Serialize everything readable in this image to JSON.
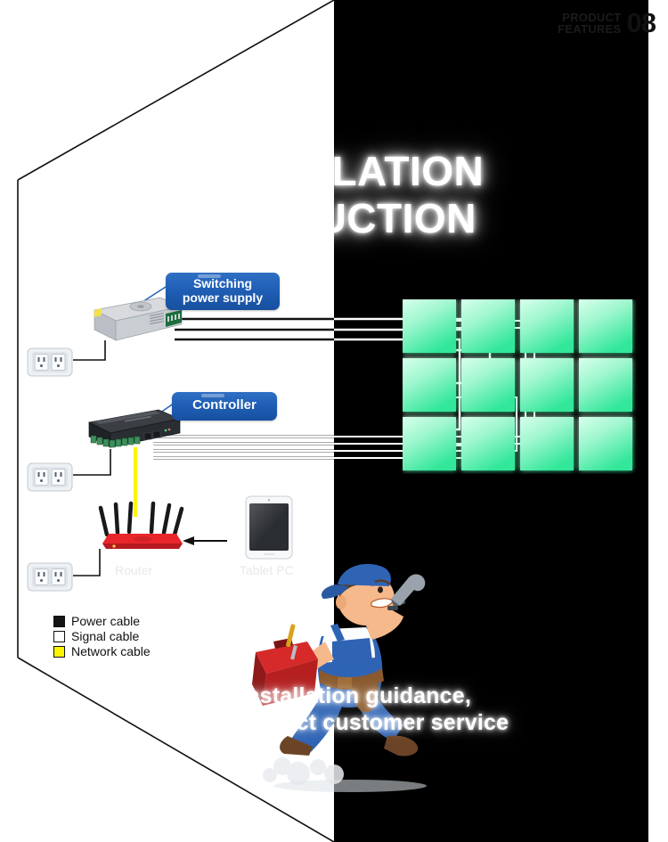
{
  "header": {
    "line1": "PRODUCT",
    "line2": "FEATURES",
    "number": "08"
  },
  "title": {
    "line1": "INSTALLATION",
    "line2": "INSTRUCTION"
  },
  "callouts": {
    "power_supply": "Switching\npower supply",
    "power_supply_line1": "Switching",
    "power_supply_line2": "power supply",
    "controller": "Controller"
  },
  "device_labels": {
    "router": "Router",
    "tablet": "Tablet PC"
  },
  "legend": {
    "items": [
      {
        "label": "Power cable",
        "color": "#141414",
        "swatch": "power-cable-swatch"
      },
      {
        "label": "Signal cable",
        "color": "#ffffff",
        "swatch": "signal-cable-swatch"
      },
      {
        "label": "Network cable",
        "color": "#fbf500",
        "swatch": "network-cable-swatch"
      }
    ]
  },
  "tagline": {
    "line1": "For installation guidance,",
    "line2": "please contact customer service"
  },
  "colors": {
    "panel_background_dark": "#000000",
    "panel_background_light": "#ffffff",
    "callout_blue": "#1f5eb4",
    "led_green_light": "#ccffe6",
    "led_green_dark": "#35e89a",
    "router_red": "#e8262c",
    "network_cable_yellow": "#fbf500",
    "frame_stroke": "#111111"
  },
  "led_wall": {
    "columns": 4,
    "rows": 3,
    "panel_count": 12
  },
  "icons": {
    "outlet": "wall-outlet-icon",
    "psu": "switching-power-supply-icon",
    "controller": "led-controller-icon",
    "router": "wifi-router-icon",
    "tablet": "tablet-pc-icon",
    "worker": "repairman-mascot-icon",
    "arrow": "left-arrow-icon"
  }
}
